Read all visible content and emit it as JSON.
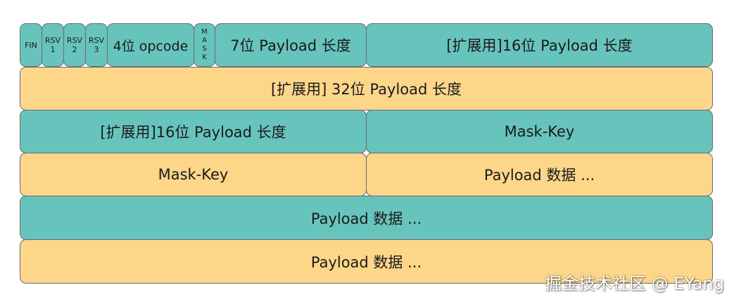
{
  "colors": {
    "teal": "#67c4bd",
    "orange": "#fdd68a",
    "border": "#6b6b6b"
  },
  "row1": {
    "fin": "FIN",
    "rsv1_top": "RSV",
    "rsv1_bottom": "1",
    "rsv2_top": "RSV",
    "rsv2_bottom": "2",
    "rsv3_top": "RSV",
    "rsv3_bottom": "3",
    "opcode": "4位 opcode",
    "mask_letters": [
      "M",
      "A",
      "S",
      "K"
    ],
    "payload_len": "7位 Payload 长度",
    "ext16": "[扩展用]16位 Payload 长度"
  },
  "row2": {
    "ext32": "[扩展用] 32位 Payload 长度"
  },
  "row3": {
    "ext16": "[扩展用]16位 Payload 长度",
    "mask_key": "Mask-Key"
  },
  "row4": {
    "mask_key": "Mask-Key",
    "payload": "Payload 数据 ..."
  },
  "row5": {
    "payload": "Payload 数据 ..."
  },
  "row6": {
    "payload": "Payload 数据 ..."
  },
  "watermark": "掘金技术社区 @ EYang"
}
